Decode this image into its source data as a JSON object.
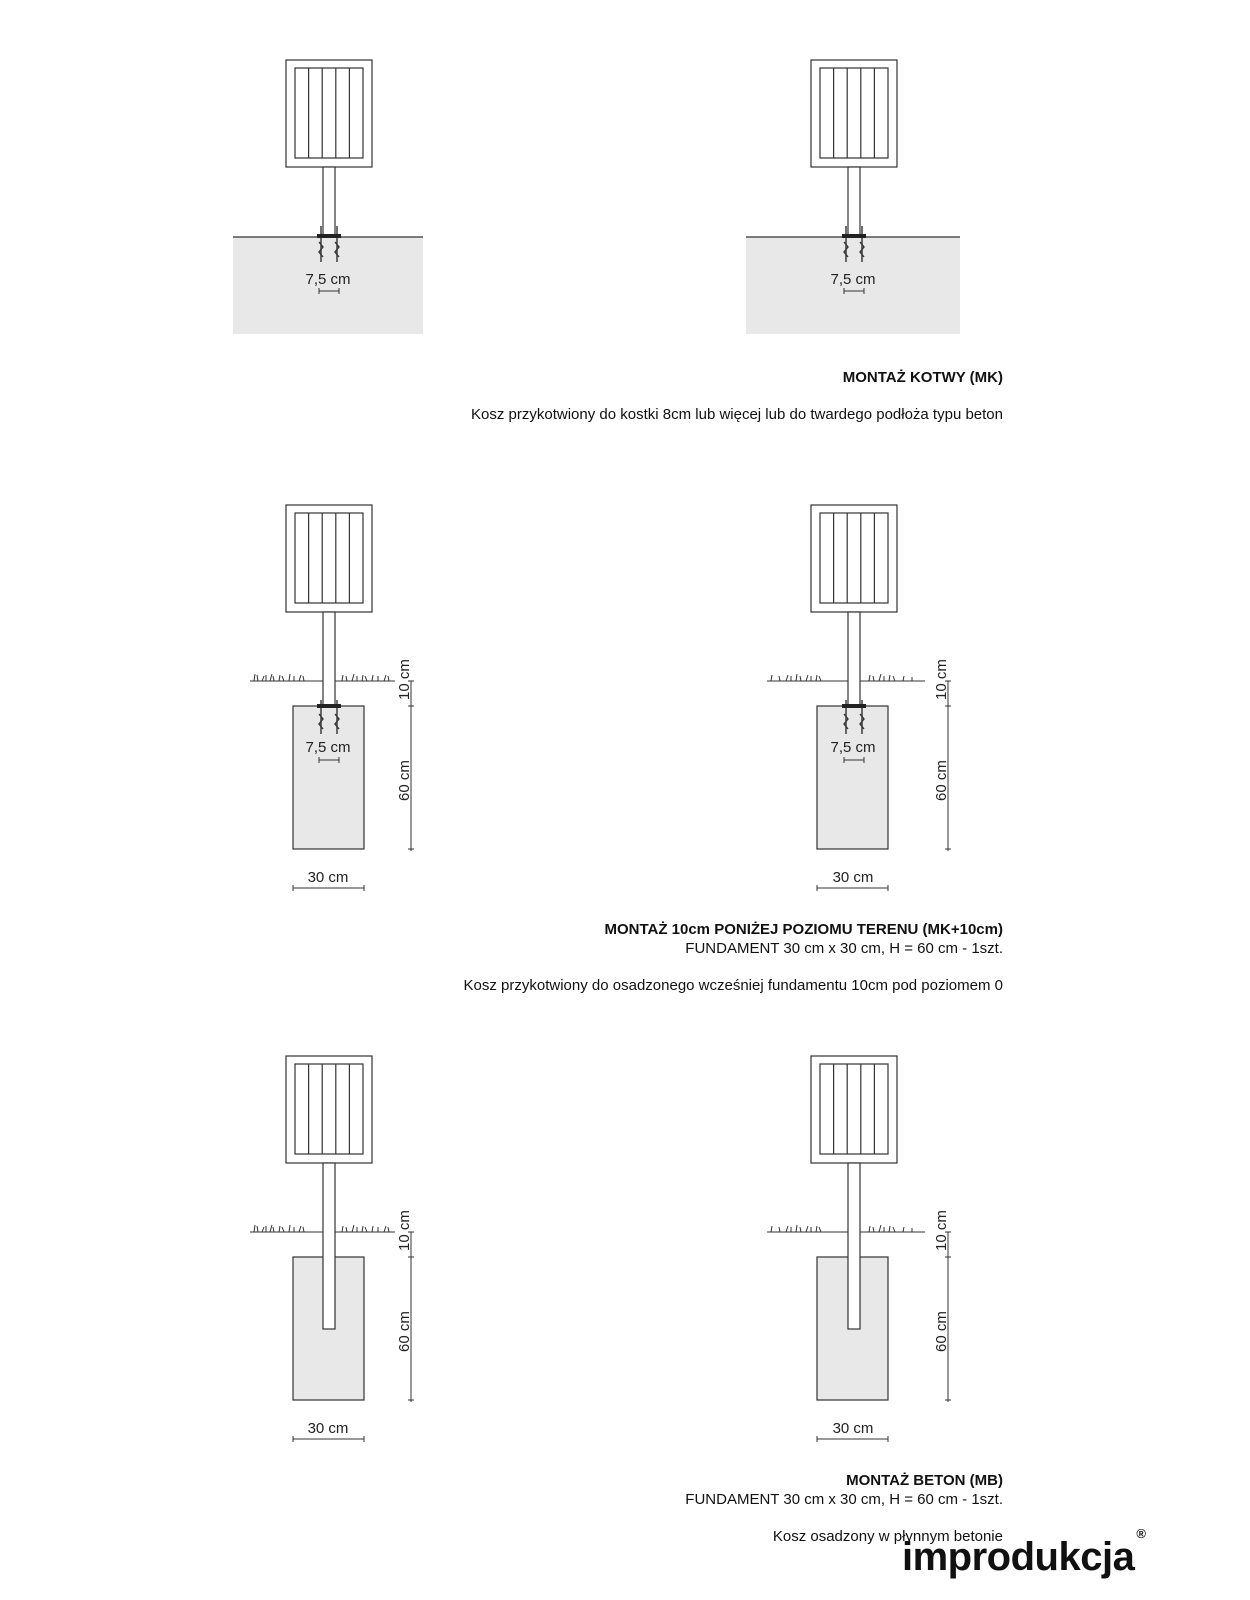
{
  "dimensions": {
    "anchor_spacing": "7,5 cm",
    "depth_offset": "10 cm",
    "foundation_depth": "60 cm",
    "foundation_width": "30 cm"
  },
  "sections": [
    {
      "title": "MONTAŻ KOTWY (MK)",
      "spec": "",
      "description": "Kosz przykotwiony do kostki 8cm lub więcej lub do twardego podłoża typu beton"
    },
    {
      "title": "MONTAŻ 10cm PONIŻEJ POZIOMU TERENU (MK+10cm)",
      "spec": "FUNDAMENT 30 cm x 30 cm, H = 60 cm - 1szt.",
      "description": "Kosz przykotwiony do osadzonego wcześniej fundamentu 10cm pod poziomem 0"
    },
    {
      "title": "MONTAŻ BETON (MB)",
      "spec": "FUNDAMENT 30 cm x 30 cm, H = 60 cm - 1szt.",
      "description": "Kosz osadzony w płynnym betonie"
    }
  ],
  "brand": {
    "name": "improdukcja",
    "mark": "®"
  },
  "colors": {
    "ground_fill": "#e8e8e8",
    "line": "#333333"
  }
}
